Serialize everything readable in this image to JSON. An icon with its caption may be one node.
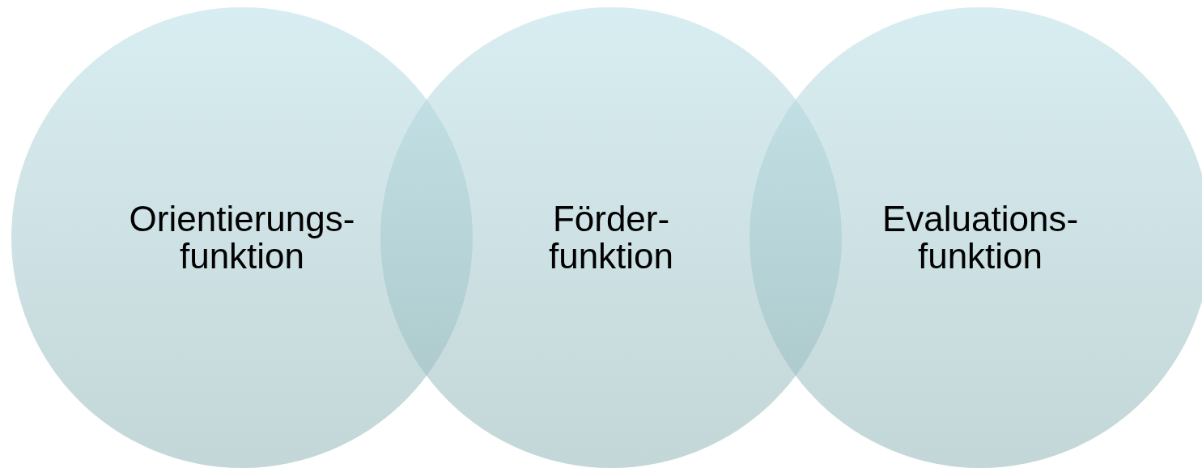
{
  "diagram": {
    "nodes": [
      {
        "text": [
          "Orientierungs- funktion"
        ]
      },
      {
        "text": [
          "Förder- funktion"
        ]
      },
      {
        "text": [
          "Evaluations- funktion"
        ]
      }
    ]
  }
}
